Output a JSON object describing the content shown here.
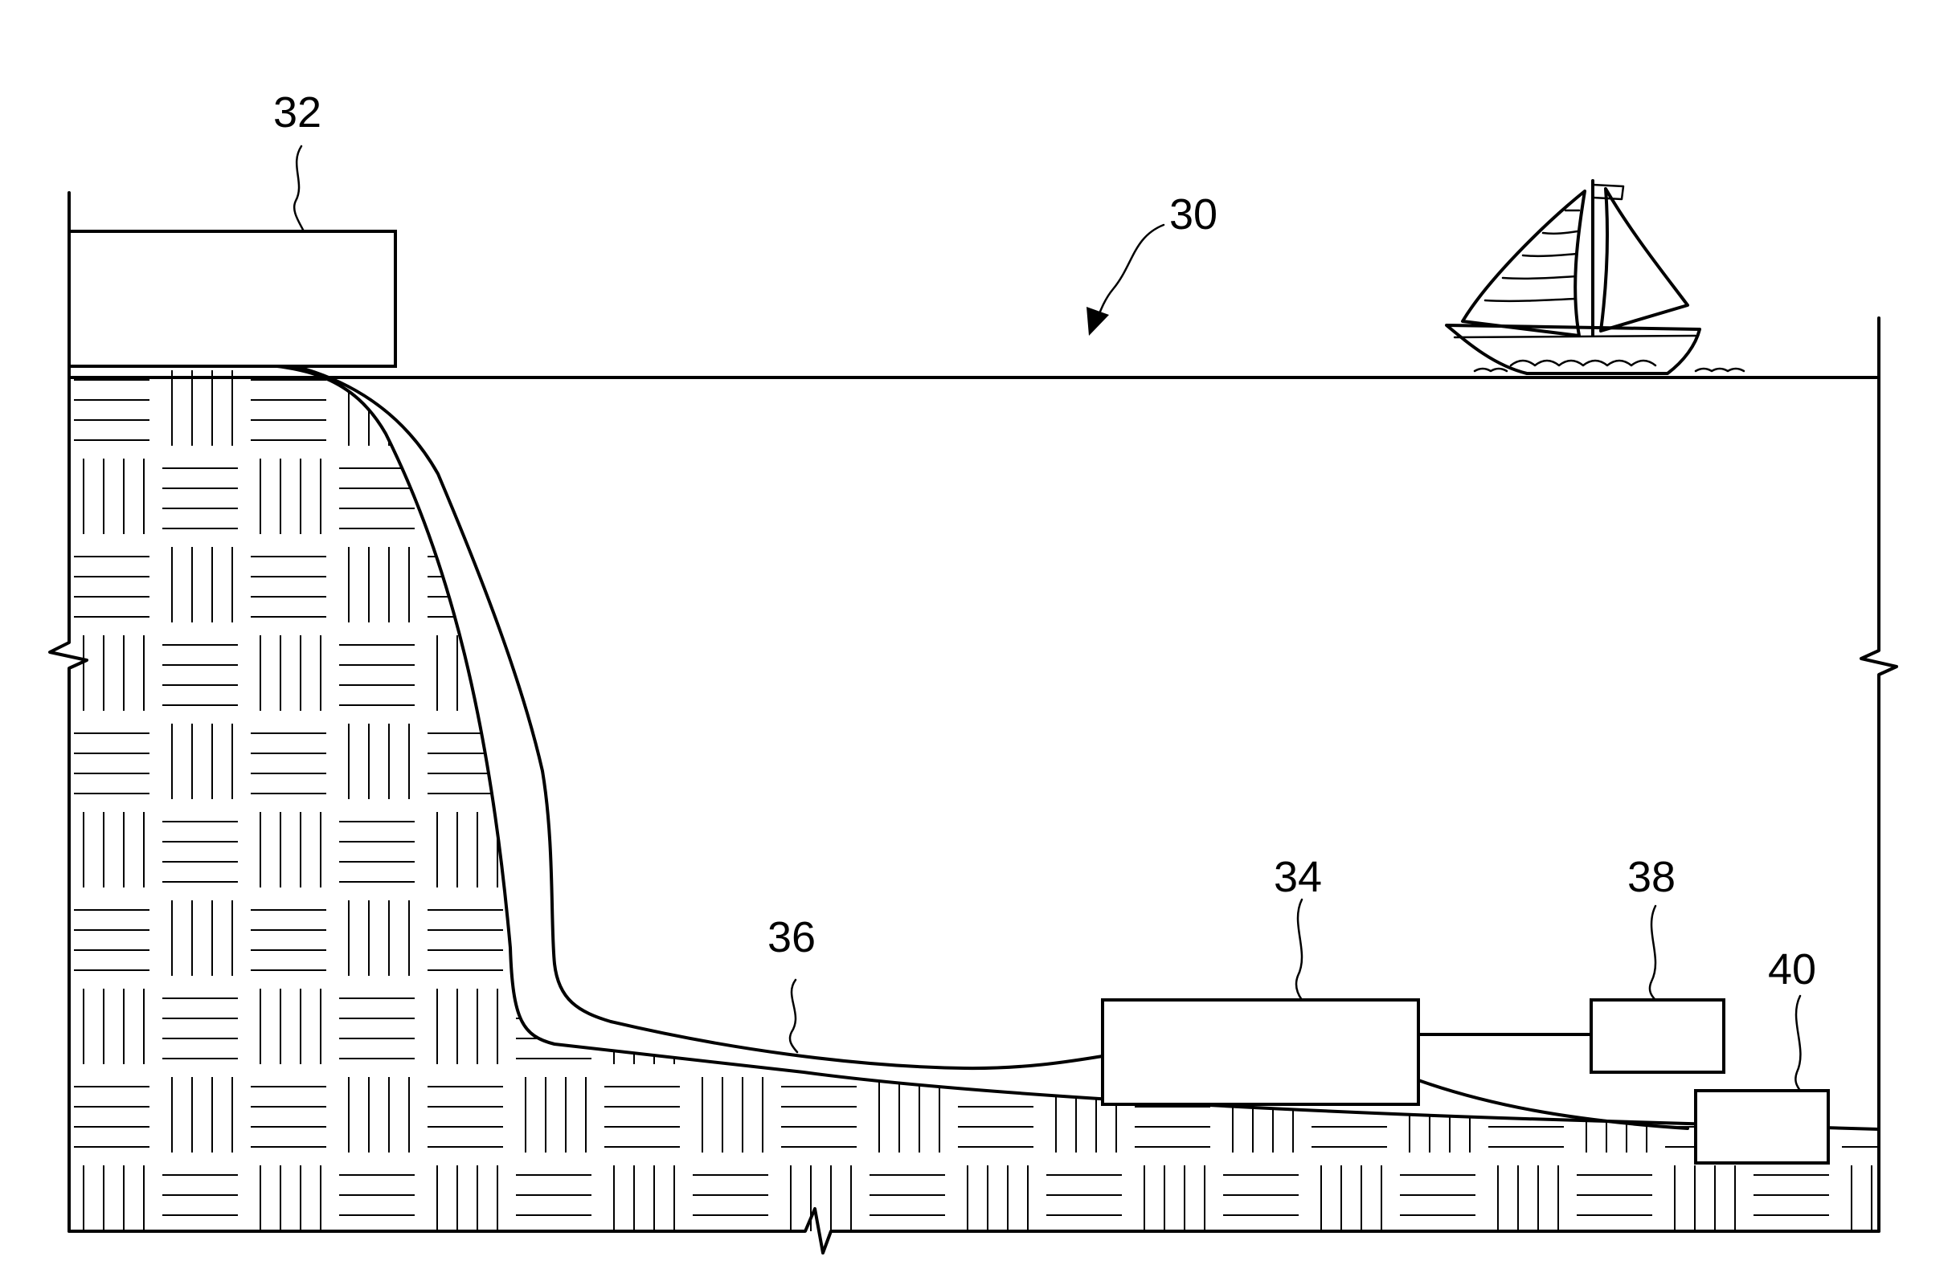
{
  "labels": {
    "system": "30",
    "shore_unit": "32",
    "subsea_unit": "34",
    "cable": "36",
    "module_a": "38",
    "module_b": "40"
  },
  "colors": {
    "line": "#000000",
    "background": "#ffffff",
    "hatch": "#000000"
  }
}
